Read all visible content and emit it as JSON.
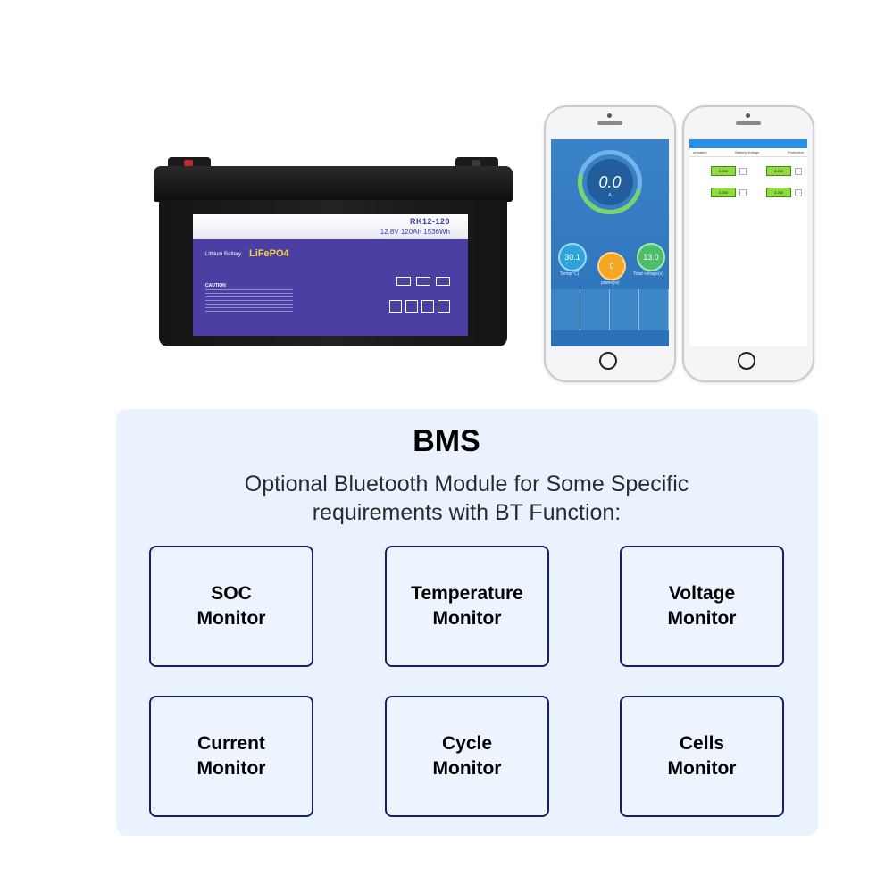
{
  "battery": {
    "model": "RK12-120",
    "spec": "12.8V 120Ah 1536Wh",
    "brand_prefix": "Lithium Battery",
    "chemistry": "LiFePO4",
    "caution": "CAUTION"
  },
  "app_main": {
    "current_value": "0.0",
    "current_unit": "A",
    "temp_value": "30.1",
    "temp_label": "Temp(°C)",
    "power_value": "0",
    "power_label": "power(w)",
    "voltage_value": "13.0",
    "voltage_label": "Total voltage(v)"
  },
  "app_cells": {
    "tabs": [
      "ormation",
      "Battery Voltage",
      "Protection"
    ],
    "cells": [
      "3.250",
      "3.250",
      "3.250",
      "3.250"
    ]
  },
  "bms": {
    "title": "BMS",
    "subtitle": "Optional Bluetooth Module for Some Specific requirements with BT Function:",
    "features": [
      {
        "line1": "SOC",
        "line2": "Monitor"
      },
      {
        "line1": "Temperature",
        "line2": "Monitor"
      },
      {
        "line1": "Voltage",
        "line2": "Monitor"
      },
      {
        "line1": "Current",
        "line2": "Monitor"
      },
      {
        "line1": "Cycle",
        "line2": "Monitor"
      },
      {
        "line1": "Cells",
        "line2": "Monitor"
      }
    ]
  },
  "colors": {
    "panel_bg": "#e9f2fd",
    "card_border": "#14206b",
    "label_purple": "#4b3fa3",
    "chemistry_yellow": "#f4d23c",
    "app_blue": "#2b71b7"
  }
}
